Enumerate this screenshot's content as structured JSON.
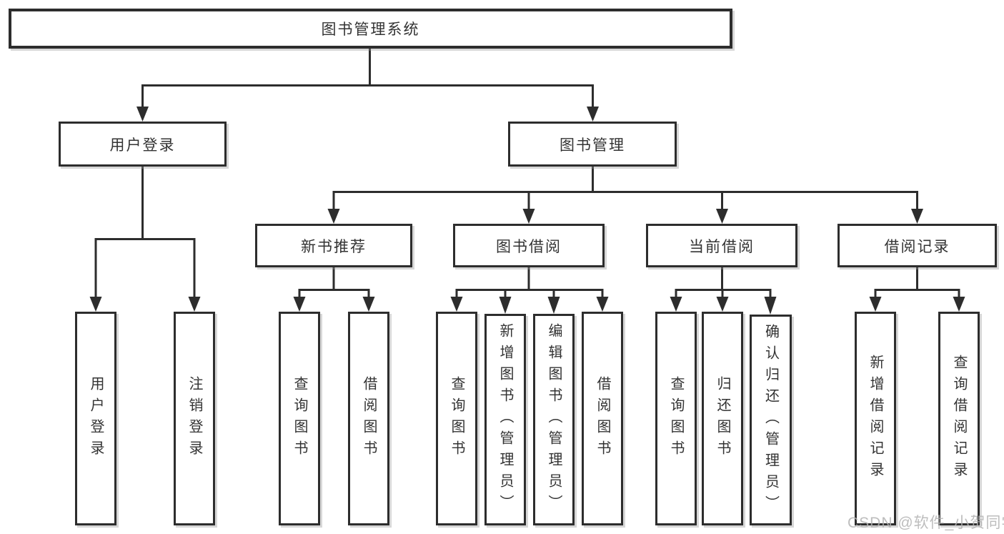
{
  "tree": {
    "label": "图书管理系统",
    "children": [
      {
        "label": "用户登录",
        "children": [
          {
            "label": "用户登录"
          },
          {
            "label": "注销登录"
          }
        ]
      },
      {
        "label": "图书管理",
        "children": [
          {
            "label": "新书推荐",
            "children": [
              {
                "label": "查询图书"
              },
              {
                "label": "借阅图书"
              }
            ]
          },
          {
            "label": "图书借阅",
            "children": [
              {
                "label": "查询图书"
              },
              {
                "label": "新增图书（管理员）"
              },
              {
                "label": "编辑图书（管理员）"
              },
              {
                "label": "借阅图书"
              }
            ]
          },
          {
            "label": "当前借阅",
            "children": [
              {
                "label": "查询图书"
              },
              {
                "label": "归还图书"
              },
              {
                "label": "确认归还（管理员）"
              }
            ]
          },
          {
            "label": "借阅记录",
            "children": [
              {
                "label": "新增借阅记录"
              },
              {
                "label": "查询借阅记录"
              }
            ]
          }
        ]
      }
    ]
  },
  "watermark": {
    "text": "CSDN @软件_小贺同学"
  },
  "colors": {
    "line": "#2d2d2d",
    "text": "#333333",
    "box_fill": "#ffffff",
    "watermark": "#b2b2b2",
    "background": "#ffffff"
  }
}
